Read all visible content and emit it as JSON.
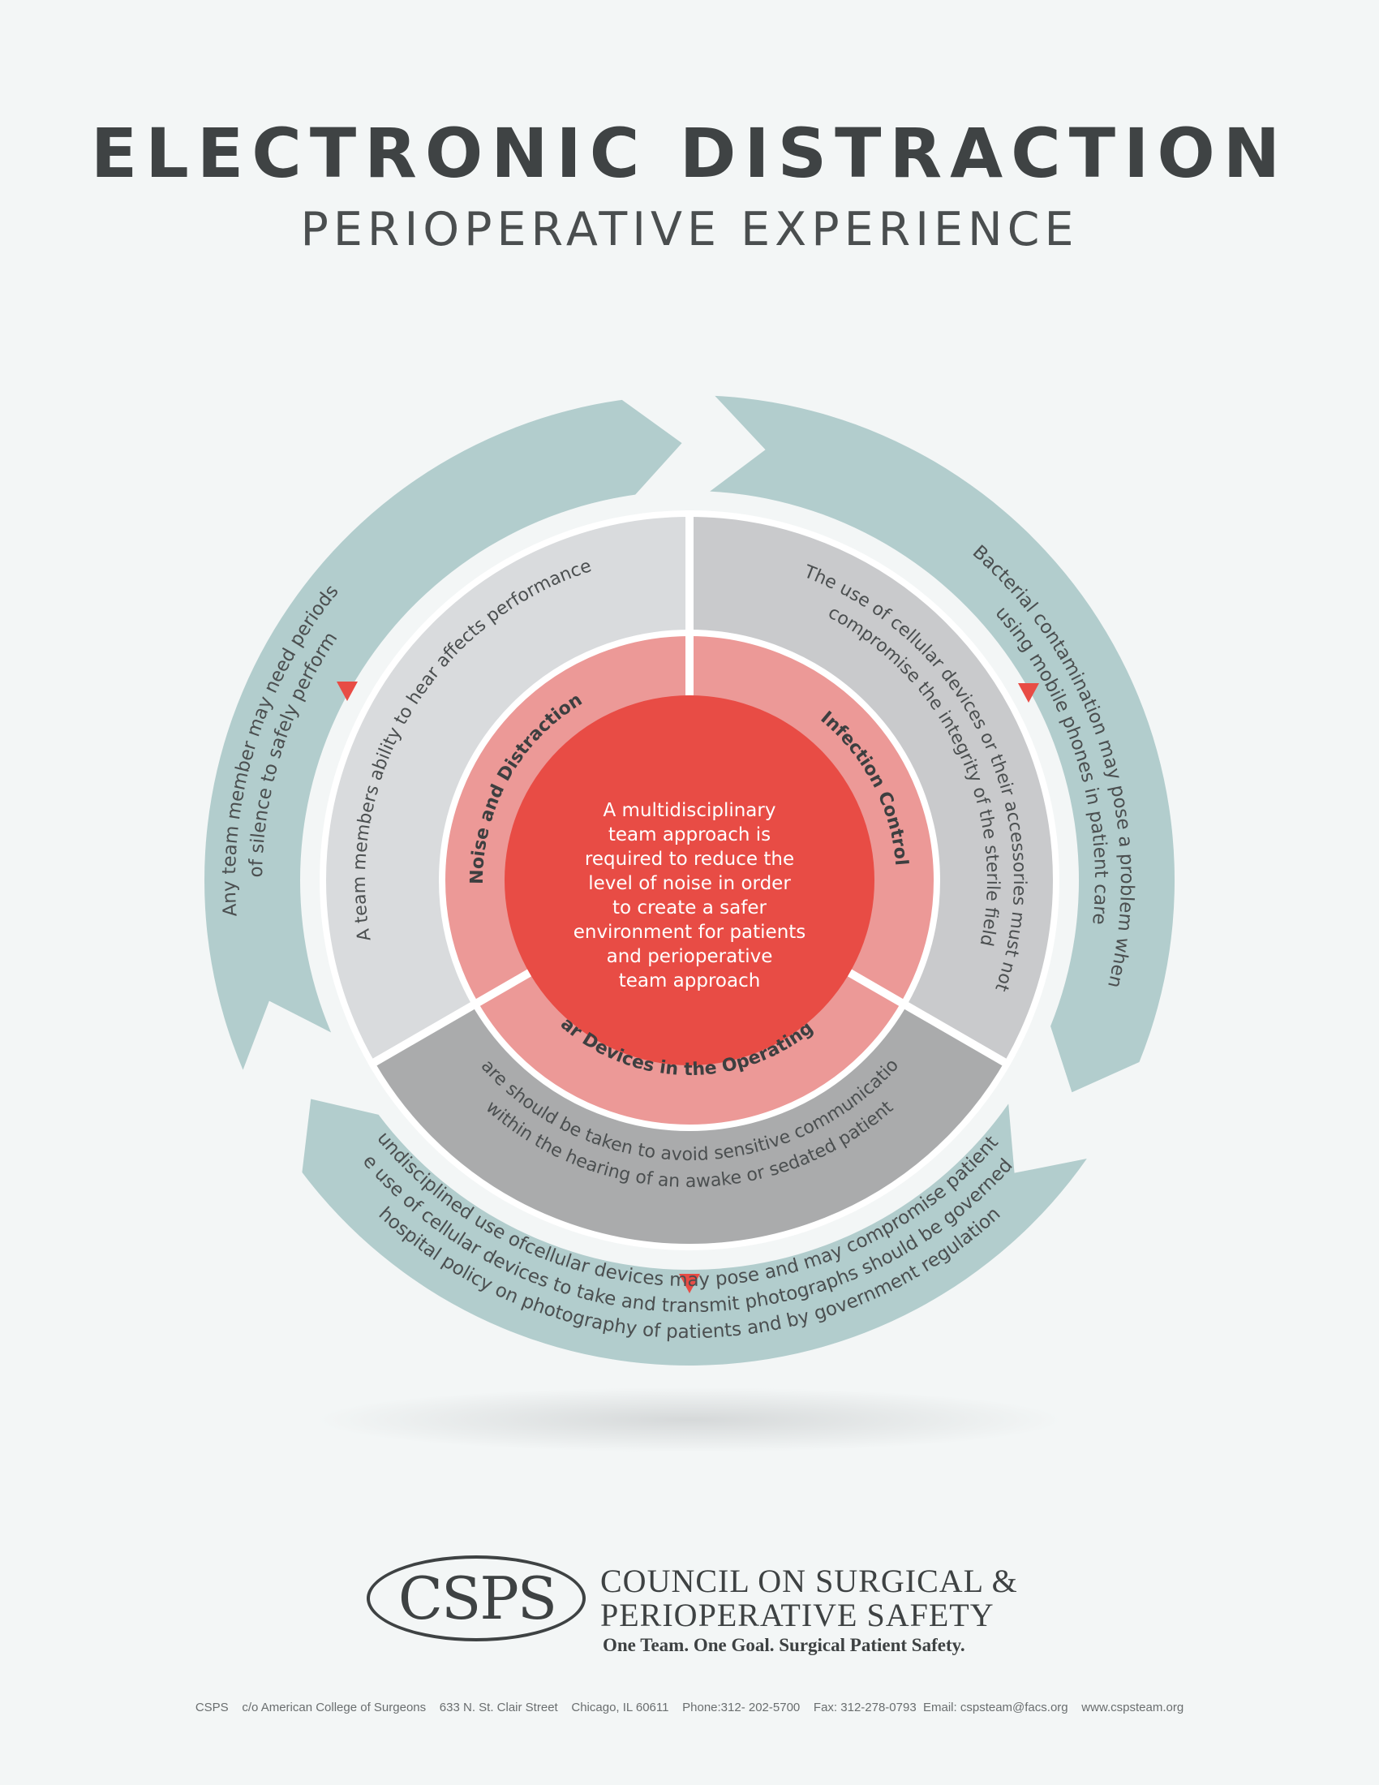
{
  "title": "ELECTRONIC DISTRACTION",
  "subtitle": "PERIOPERATIVE EXPERIENCE",
  "diagram": {
    "center": {
      "lines": [
        "A multidisciplinary",
        "team approach is",
        "required to reduce the",
        "level of noise in order",
        "to create a safer",
        "environment for patients",
        "and perioperative",
        "team approach"
      ]
    },
    "segments": [
      {
        "title": "Noise and Distraction",
        "middle_text": "A team members ability to hear affects performance",
        "outer_lines": [
          "Any team member may need periods",
          "of silence to safely perform"
        ]
      },
      {
        "title": "Infection Control",
        "middle_lines": [
          "The use of cellular devices or their accessories must not",
          "compromise the integrity of the sterile field"
        ],
        "outer_lines": [
          "Bacterial contamination may pose a problem when",
          "using mobile phones in patient care"
        ]
      },
      {
        "title": "Cellular Devices in the Operating Room",
        "middle_lines": [
          "Care should be taken to avoid sensitive communication",
          "within the hearing of an awake or sedated patient"
        ],
        "outer_lines": [
          "The undisciplined use ofcellular devices may pose and may compromise patient care",
          "The use of cellular devices to take and transmit photographs should be governed by",
          "hospital policy on photography of patients and by government regulation"
        ]
      }
    ]
  },
  "footer": {
    "logo_letters": "CSPS",
    "org_line_1": "COUNCIL ON SURGICAL &",
    "org_line_2": "PERIOPERATIVE SAFETY",
    "tagline": "One Team. One Goal. Surgical Patient Safety.",
    "contact": "CSPS    c/o American College of Surgeons    633 N. St. Clair Street    Chicago, IL 60611    Phone:312- 202-5700    Fax: 312-278-0793  Email: cspsteam@facs.org    www.cspsteam.org"
  },
  "colors": {
    "outer_ring": "#b2cdcd",
    "middle_light": "#d9dbdd",
    "middle_mid": "#c9cacc",
    "middle_dark": "#aaabac",
    "inner_ring": "#ec9997",
    "center": "#e84c45",
    "marker": "#e84c45"
  }
}
